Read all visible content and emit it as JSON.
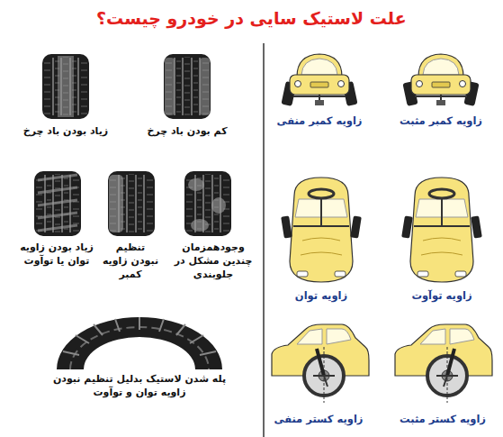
{
  "diagram": {
    "title": "علت لاستیک سایی در خودرو چیست؟",
    "labels": [
      "زاویه کمبر مثبت",
      "زاویه کمبر منفی",
      "زاویه توآوت",
      "زاویه توان",
      "زاویه کستر مثبت",
      "زاویه کستر منفی",
      "کم بودن باد چرخ",
      "زیاد بودن باد چرخ",
      "وجودهمزمان چندین مشکل در جلوبندی",
      "تنظیم نبودن زاویه کمبر",
      "زیاد بودن زاویه توان یا توآوت",
      "پله شدن لاستیک بدلیل تنظیم نبودن زاویه توان و توآوت"
    ]
  }
}
